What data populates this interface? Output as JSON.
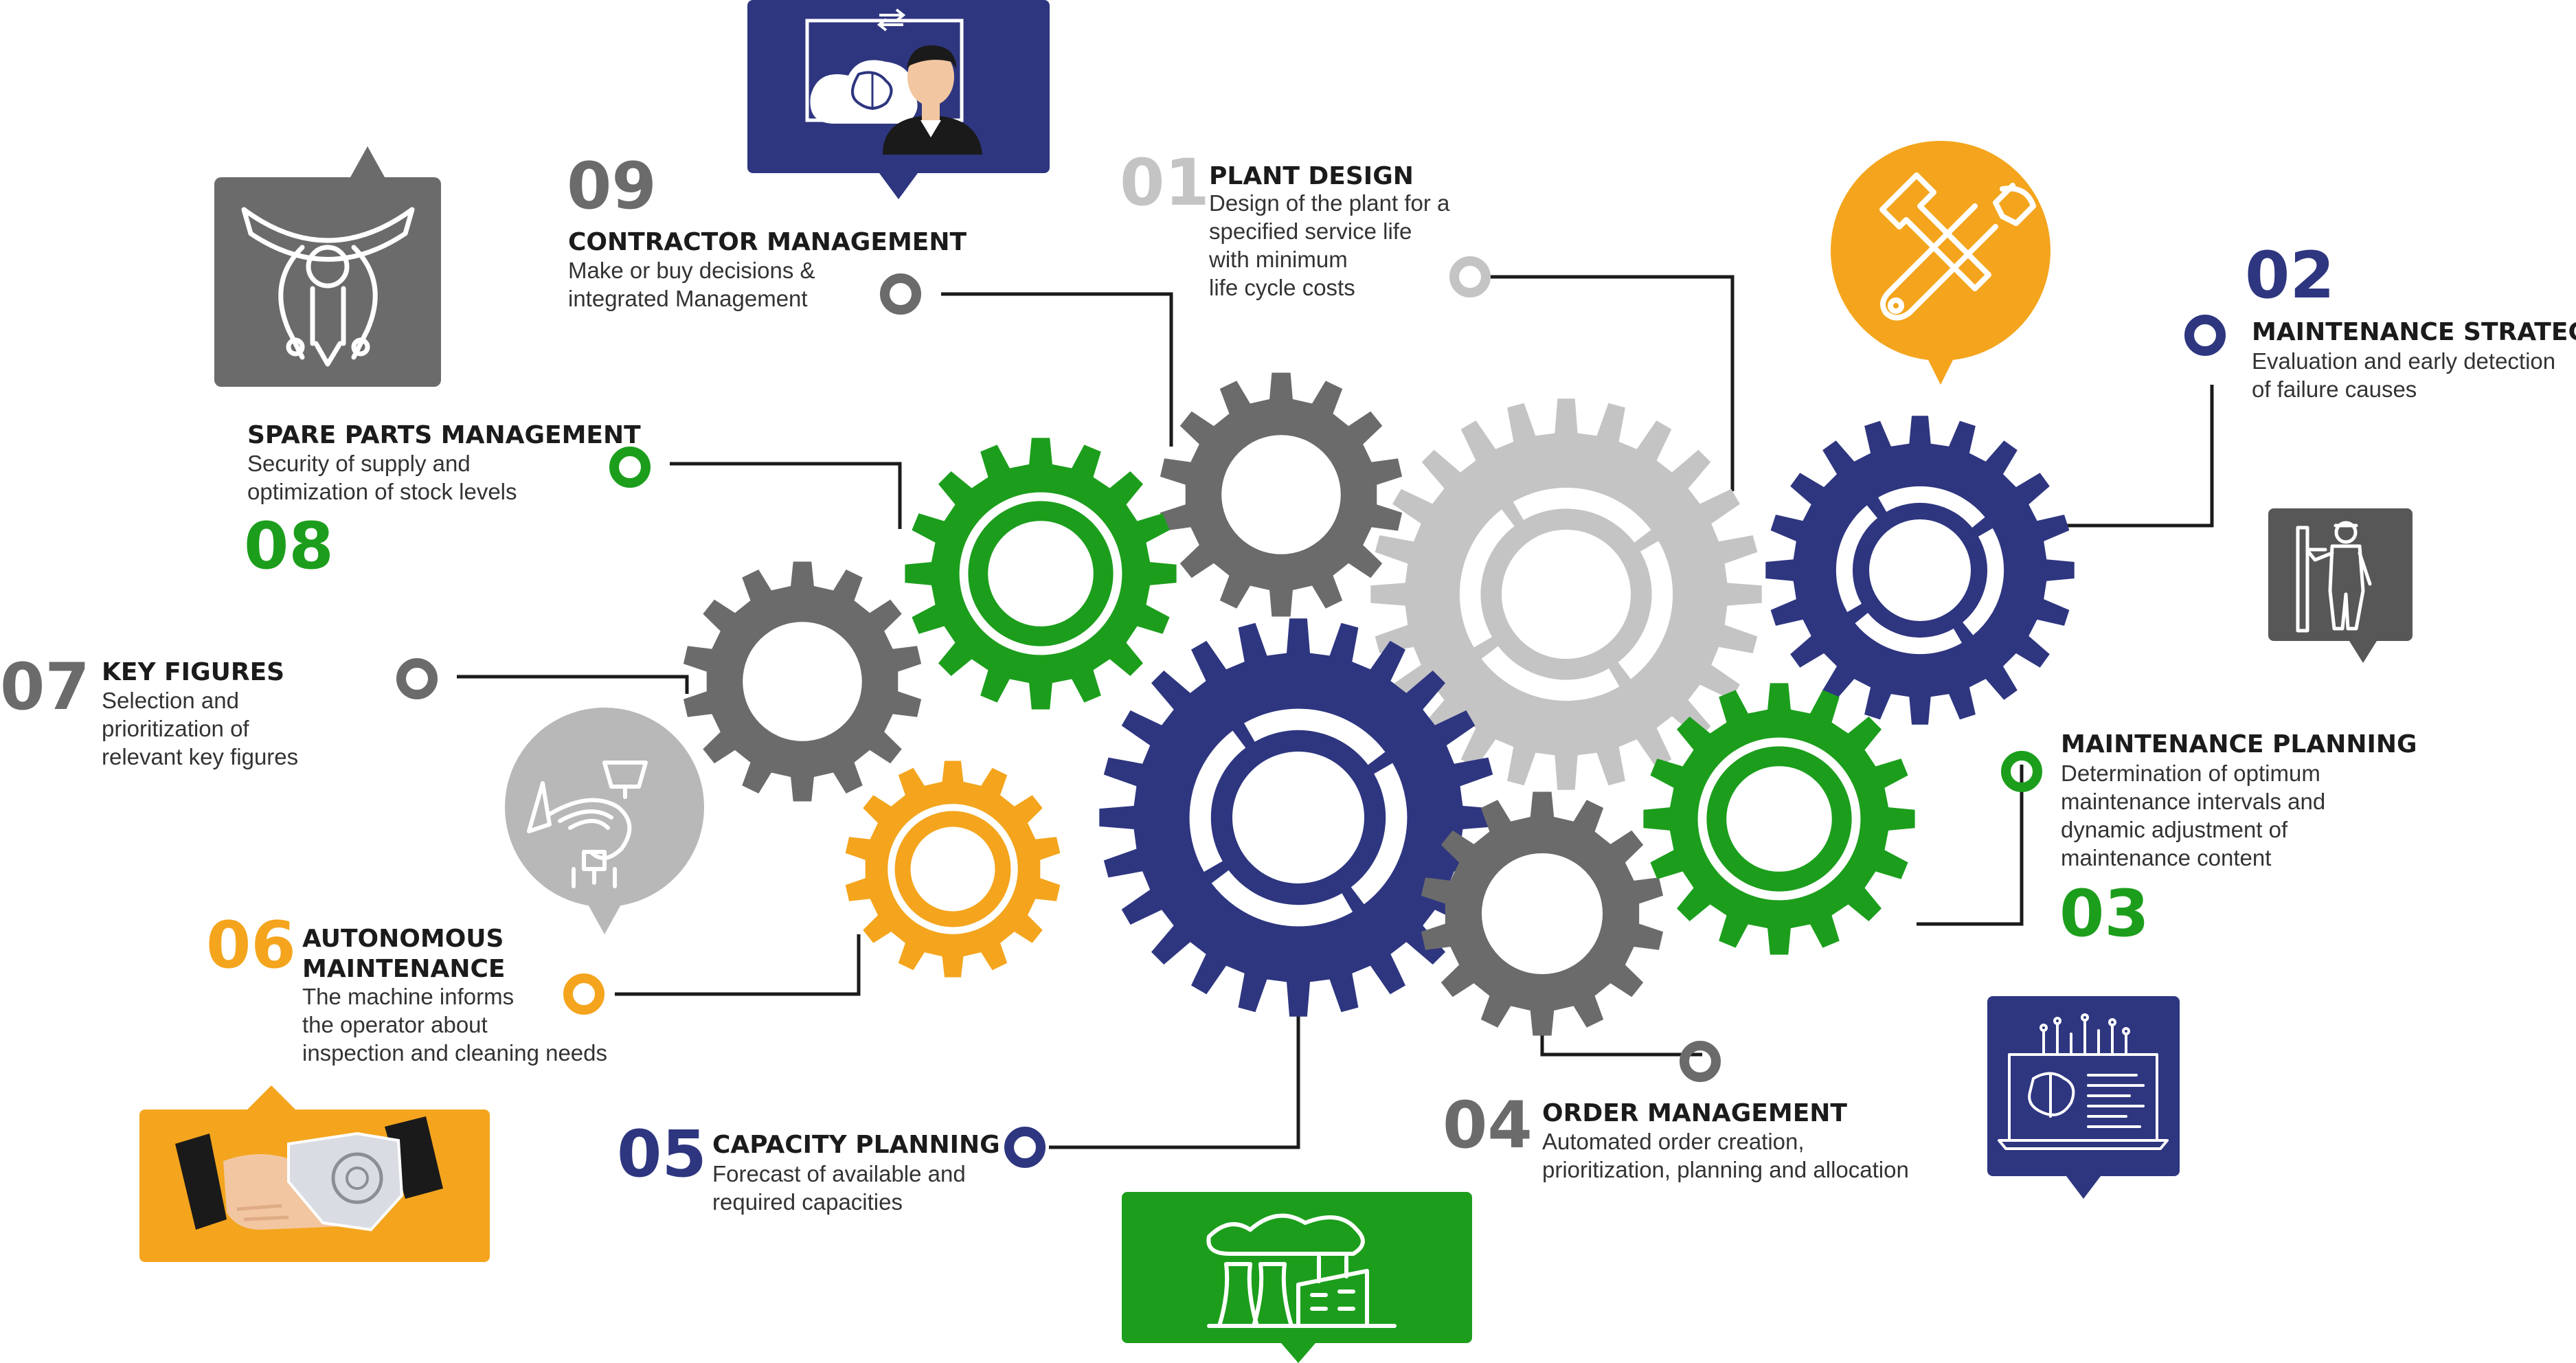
{
  "colors": {
    "green": "#1c9e1c",
    "gray": "#6b6b6b",
    "lightgray": "#c4c4c4",
    "navy": "#2e3680",
    "orange": "#f4a51d"
  },
  "items": [
    {
      "number": "01",
      "title": "PLANT DESIGN",
      "description": "Design of the plant for a\nspecified service life\nwith minimum\nlife cycle costs"
    },
    {
      "number": "02",
      "title": "MAINTENANCE STRATEGY",
      "description": "Evaluation and early detection\nof failure causes"
    },
    {
      "number": "03",
      "title": "MAINTENANCE PLANNING",
      "description": "Determination of optimum\nmaintenance intervals and\ndynamic adjustment of\nmaintenance content"
    },
    {
      "number": "04",
      "title": "ORDER MANAGEMENT",
      "description": "Automated order creation,\nprioritization, planning and allocation"
    },
    {
      "number": "05",
      "title": "CAPACITY PLANNING",
      "description": "Forecast of available and\nrequired capacities"
    },
    {
      "number": "06",
      "title": "AUTONOMOUS\nMAINTENANCE",
      "description": "The machine informs\nthe operator about\ninspection and cleaning needs"
    },
    {
      "number": "07",
      "title": "KEY FIGURES",
      "description": "Selection and\nprioritization of\nrelevant key figures"
    },
    {
      "number": "08",
      "title": "SPARE PARTS MANAGEMENT",
      "description": "Security of supply and\noptimization of stock levels"
    },
    {
      "number": "09",
      "title": "CONTRACTOR MANAGEMENT",
      "description": "Make or buy decisions &\nintegrated Management"
    }
  ],
  "icons": [
    "robot-gripper-icon",
    "brain-person-icon",
    "tools-icon",
    "worker-icon",
    "robot-arm-icon",
    "handshake-icon",
    "factory-icon",
    "ai-laptop-icon"
  ]
}
